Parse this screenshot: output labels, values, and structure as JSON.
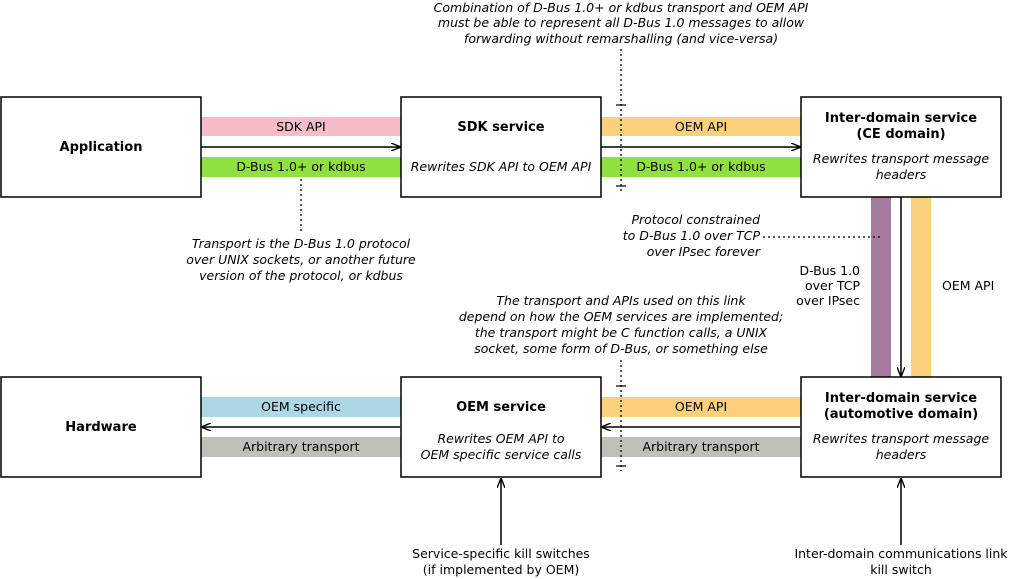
{
  "colors": {
    "sdk_api": "#f7bccb",
    "dbus": "#90e040",
    "oem_api": "#fbd07a",
    "oem_specific": "#acd8e6",
    "arbitrary": "#c0c0bb",
    "dbus_tcp": "#a77ba0"
  },
  "boxes": {
    "application": {
      "title": "Application"
    },
    "sdk_service": {
      "title": "SDK service",
      "desc": "Rewrites SDK API to OEM API"
    },
    "inter_ce": {
      "title_1": "Inter-domain service",
      "title_2": "(CE domain)",
      "desc_1": "Rewrites transport message",
      "desc_2": "headers"
    },
    "hardware": {
      "title": "Hardware"
    },
    "oem_service": {
      "title": "OEM service",
      "desc_1": "Rewrites OEM API to",
      "desc_2": "OEM specific service calls"
    },
    "inter_auto": {
      "title_1": "Inter-domain service",
      "title_2": "(automotive domain)",
      "desc_1": "Rewrites transport message",
      "desc_2": "headers"
    }
  },
  "bands": {
    "sdk_api": "SDK API",
    "dbus_left": "D-Bus 1.0+ or kdbus",
    "oem_api_top": "OEM API",
    "dbus_right": "D-Bus 1.0+ or kdbus",
    "oem_specific": "OEM specific",
    "arbitrary_left": "Arbitrary transport",
    "oem_api_bottom": "OEM API",
    "arbitrary_right": "Arbitrary transport",
    "vertical_dbus": [
      "D-Bus 1.0",
      "over TCP",
      "over IPsec"
    ],
    "vertical_oem": "OEM API"
  },
  "notes": {
    "top": [
      "Combination of D-Bus 1.0+ or kdbus transport and OEM API",
      "must be able to represent all D-Bus 1.0 messages to allow",
      "forwarding without remarshalling (and vice-versa)"
    ],
    "transport": [
      "Transport is the D-Bus 1.0 protocol",
      "over UNIX sockets, or another future",
      "version of the protocol, or kdbus"
    ],
    "protocol": [
      "Protocol constrained",
      "to D-Bus 1.0 over TCP",
      "over IPsec forever"
    ],
    "link": [
      "The transport and APIs used on this link",
      "depend on how the OEM services are implemented;",
      "the transport might be C function calls, a UNIX",
      "socket, some form of D-Bus, or something else"
    ],
    "kill_service": [
      "Service-specific kill switches",
      "(if implemented by OEM)"
    ],
    "kill_link": [
      "Inter-domain communications link",
      "kill switch"
    ]
  }
}
